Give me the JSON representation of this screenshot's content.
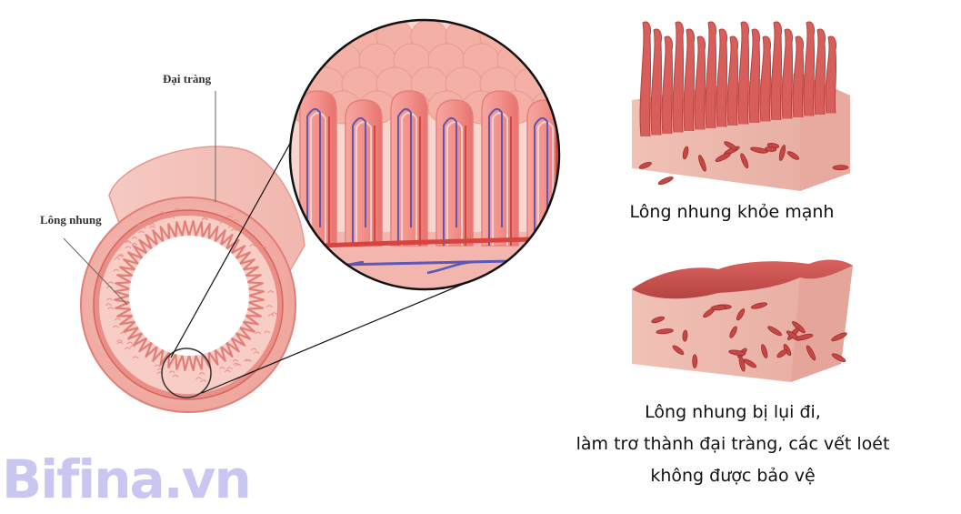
{
  "labels": {
    "colon": "Đại tràng",
    "villi": "Lông nhung"
  },
  "captions": {
    "healthy": "Lông nhung khỏe mạnh",
    "damaged_line1": "Lông nhung bị lụi đi,",
    "damaged_line2": "làm trơ thành đại tràng, các vết loét",
    "damaged_line3": "không được bảo vệ"
  },
  "logo": {
    "text": "Bifina.vn"
  },
  "colors": {
    "tissue": "#eeb1a8",
    "villus": "#e26d6b",
    "artery": "#d7443f",
    "vein": "#5b58b6",
    "cross_section": "#f9c9c2",
    "logo": "#c9c6f2"
  }
}
